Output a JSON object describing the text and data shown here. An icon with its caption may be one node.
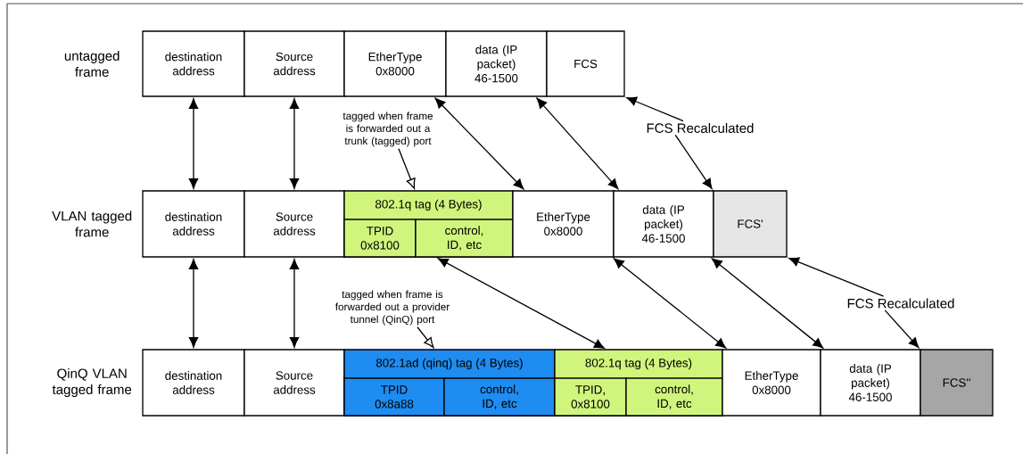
{
  "diagram": {
    "nodes": [
      {
        "text": [
          "destination address"
        ],
        "beside": [
          "untagged frame"
        ]
      },
      {
        "text": [
          "Source address"
        ]
      },
      {
        "text": [
          "EtherType 0x8000"
        ]
      },
      {
        "text": [
          "data (IP packet) 46-1500"
        ]
      },
      {
        "text": [
          "FCS"
        ]
      },
      {
        "text": [
          "destination address"
        ],
        "beside": [
          "VLAN tagged frame"
        ]
      },
      {
        "text": [
          "Source address"
        ]
      },
      {
        "text": [
          "802.1q tag (4 Bytes)"
        ]
      },
      {
        "text": [
          "TPID 0x8100"
        ],
        "in": 7
      },
      {
        "text": [
          "control, ID, etc"
        ],
        "in": 7
      },
      {
        "text": [
          "EtherType 0x8000"
        ]
      },
      {
        "text": [
          "data (IP packet) 46-1500"
        ]
      },
      {
        "text": [
          "FCS'"
        ]
      },
      {
        "text": [
          "destination address"
        ],
        "beside": [
          "QinQ VLAN tagged frame"
        ]
      },
      {
        "text": [
          "Source address"
        ]
      },
      {
        "text": [
          "802.1ad (qinq) tag (4 Bytes)"
        ]
      },
      {
        "text": [
          "TPID 0x8a88"
        ],
        "in": 15
      },
      {
        "text": [
          "control, ID, etc"
        ],
        "in": 15
      },
      {
        "text": [
          "802.1q tag (4 Bytes)"
        ]
      },
      {
        "text": [
          "TPID, 0x8100"
        ],
        "in": 18
      },
      {
        "text": [
          "control, ID, etc"
        ],
        "in": 18
      },
      {
        "text": [
          "EtherType 0x8000"
        ]
      },
      {
        "text": [
          "data (IP packet) 46-1500"
        ]
      },
      {
        "text": [
          "FCS''"
        ]
      },
      {
        "text": [
          "tagged when frame is forwarded out a trunk (tagged) port"
        ]
      },
      {
        "text": [
          "tagged when frame is forwarded out a provider tunnel (QinQ) port"
        ]
      },
      {
        "text": [
          "FCS Recalculated"
        ]
      },
      {
        "text": [
          "FCS Recalculated"
        ]
      }
    ],
    "edges": [
      {
        "from": 0,
        "to": 5,
        "arrow": "both"
      },
      {
        "from": 1,
        "to": 6,
        "arrow": "both"
      },
      {
        "from": 2,
        "to": 10,
        "arrow": "both"
      },
      {
        "from": 3,
        "to": 11,
        "arrow": "both"
      },
      {
        "from": 5,
        "to": 13,
        "arrow": "both"
      },
      {
        "from": 6,
        "to": 14,
        "arrow": "both"
      },
      {
        "from": 7,
        "to": 18,
        "arrow": "both"
      },
      {
        "from": 10,
        "to": 21,
        "arrow": "both"
      },
      {
        "from": 11,
        "to": 22,
        "arrow": "both"
      },
      {
        "from": 24,
        "to": 7,
        "arrow": "to"
      },
      {
        "from": 25,
        "to": 15,
        "arrow": "to"
      },
      {
        "from": 26,
        "to": 4,
        "arrow": "to"
      },
      {
        "from": 26,
        "to": 12,
        "arrow": "to"
      },
      {
        "from": 27,
        "to": 12,
        "arrow": "to"
      },
      {
        "from": 27,
        "to": 23,
        "arrow": "to"
      }
    ]
  }
}
